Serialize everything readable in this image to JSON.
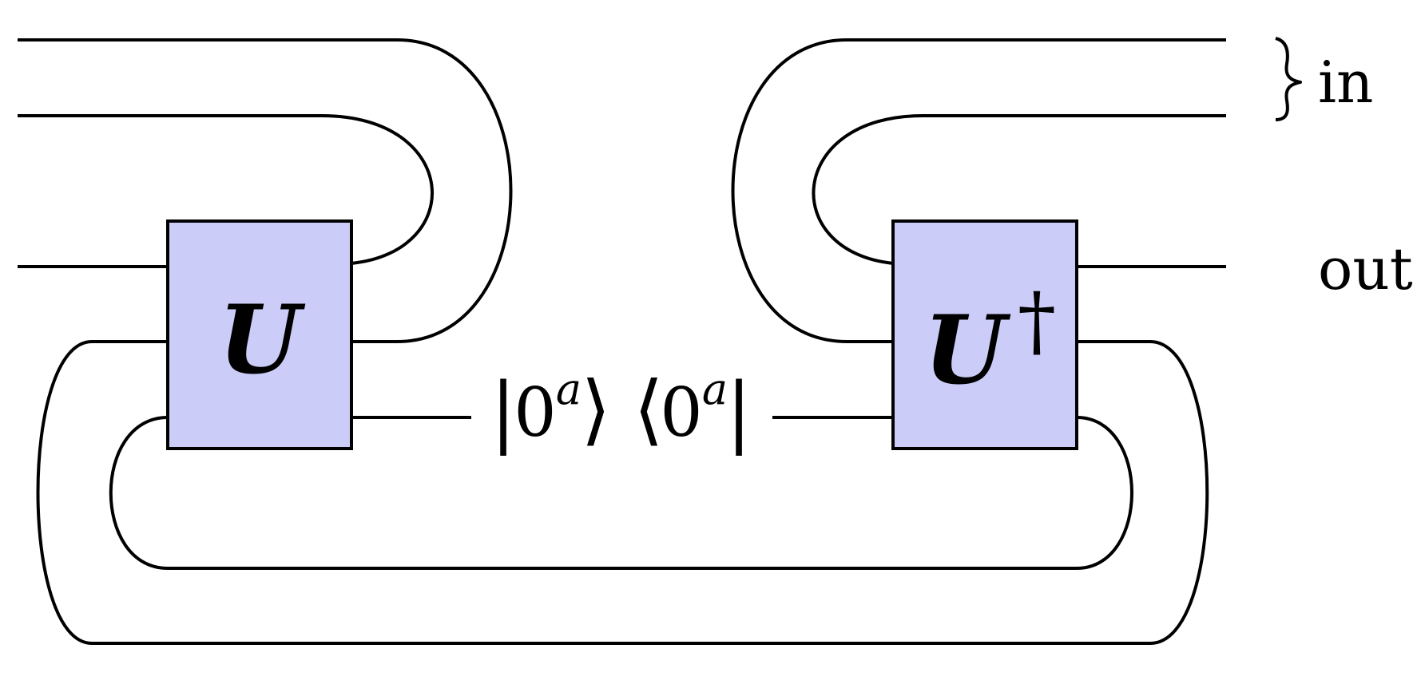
{
  "gates": {
    "u": {
      "label": "U",
      "color": "#ccccf8"
    },
    "u_dagger": {
      "label": "U",
      "superscript": "†",
      "color": "#ccccf8"
    }
  },
  "labels": {
    "in": "in",
    "out": "out"
  },
  "ket": {
    "open": "|",
    "base": "0",
    "superscript": "a",
    "close": "⟩"
  },
  "bra": {
    "open": "⟨",
    "base": "0",
    "superscript": "a",
    "close": "|"
  },
  "icons": {
    "input_brace": "brace-icon"
  }
}
